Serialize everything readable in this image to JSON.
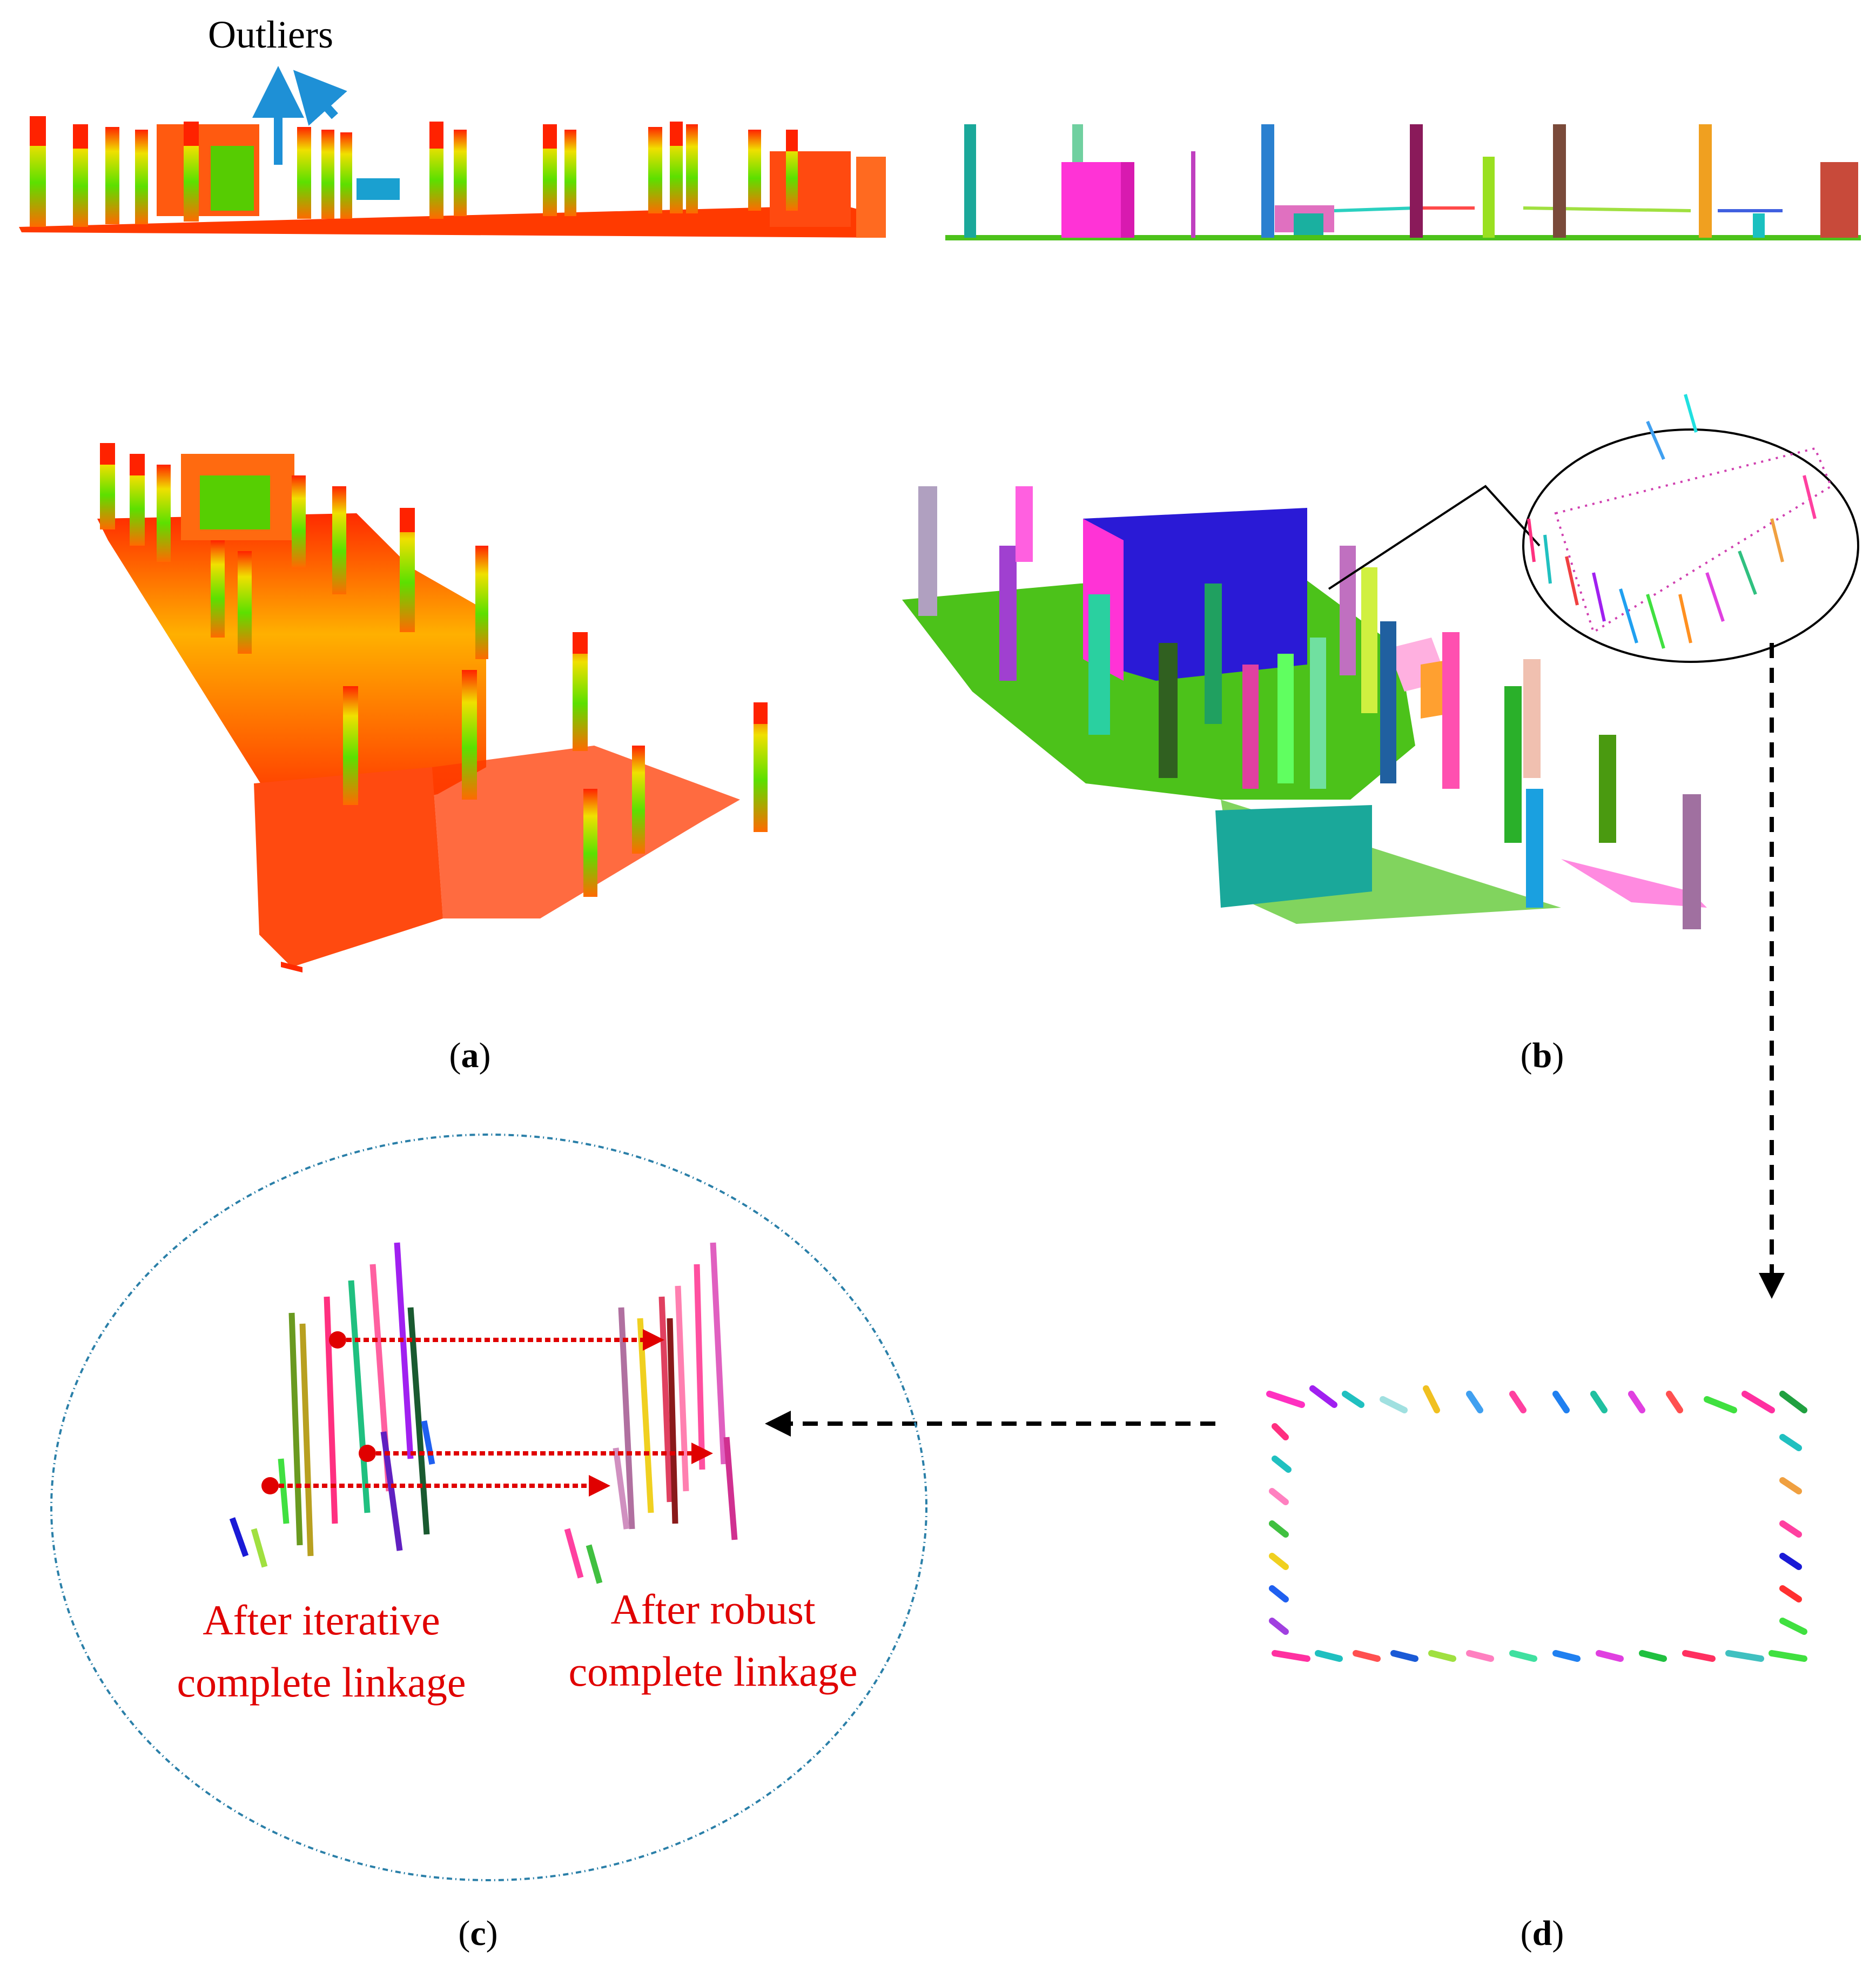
{
  "labels": {
    "outliers": "Outliers",
    "panel_a": "a",
    "panel_b": "b",
    "panel_c": "c",
    "panel_d": "d",
    "iterative_line1": "After iterative",
    "iterative_line2": "complete linkage",
    "robust_line1": "After robust",
    "robust_line2": "complete linkage"
  },
  "colors": {
    "outlier_arrow": "#1e90d6",
    "annotation_red": "#e00000",
    "scan_red": "#ff2a00",
    "scan_orange": "#ff7a00",
    "scan_yellow": "#f0e000",
    "scan_green": "#38e000",
    "seg_green": "#4cc21a",
    "seg_magenta": "#ff33d6",
    "seg_blue": "#2a1ad6",
    "seg_teal": "#1aa89a",
    "ellipse_dash": "#2a7fa8"
  }
}
